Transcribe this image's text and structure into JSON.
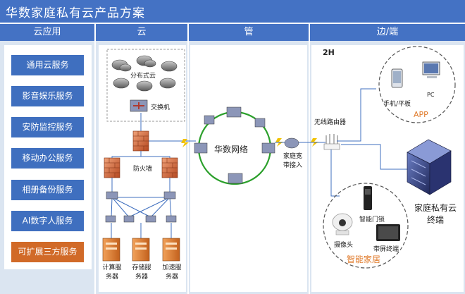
{
  "title": "华数家庭私有云产品方案",
  "columns": {
    "apps": "云应用",
    "cloud": "云",
    "pipe": "管",
    "edge": "边/端"
  },
  "services": [
    {
      "label": "通用云服务"
    },
    {
      "label": "影音娱乐服务"
    },
    {
      "label": "安防监控服务"
    },
    {
      "label": "移动办公服务"
    },
    {
      "label": "相册备份服务"
    },
    {
      "label": "AI数字人服务"
    },
    {
      "label": "可扩展三方服务",
      "color": "#d16a28"
    }
  ],
  "cloud": {
    "distributed": "分布式云",
    "switch": "交换机",
    "firewall": "防火墙",
    "servers": [
      {
        "label": "计算服务器"
      },
      {
        "label": "存储服务器"
      },
      {
        "label": "加速服务器"
      }
    ]
  },
  "pipe": {
    "network": "华数网络",
    "broadband": "家庭宽带接入"
  },
  "edge": {
    "tag": "2H",
    "router": "无线路由器",
    "phone": "手机/平板",
    "pc": "PC",
    "app_group": "APP",
    "terminal": "家庭私有云终端",
    "lock": "智能门锁",
    "camera": "摄像头",
    "screen": "带屏终端",
    "home_group": "智能家居"
  },
  "colors": {
    "header": "#4472c4",
    "panel": "#dbe5f1",
    "service": "#3f6fbf",
    "accent_orange": "#d16a28",
    "ring": "#2ca02c",
    "line": "#3f6fbf",
    "group_label": "#e07a2a"
  }
}
